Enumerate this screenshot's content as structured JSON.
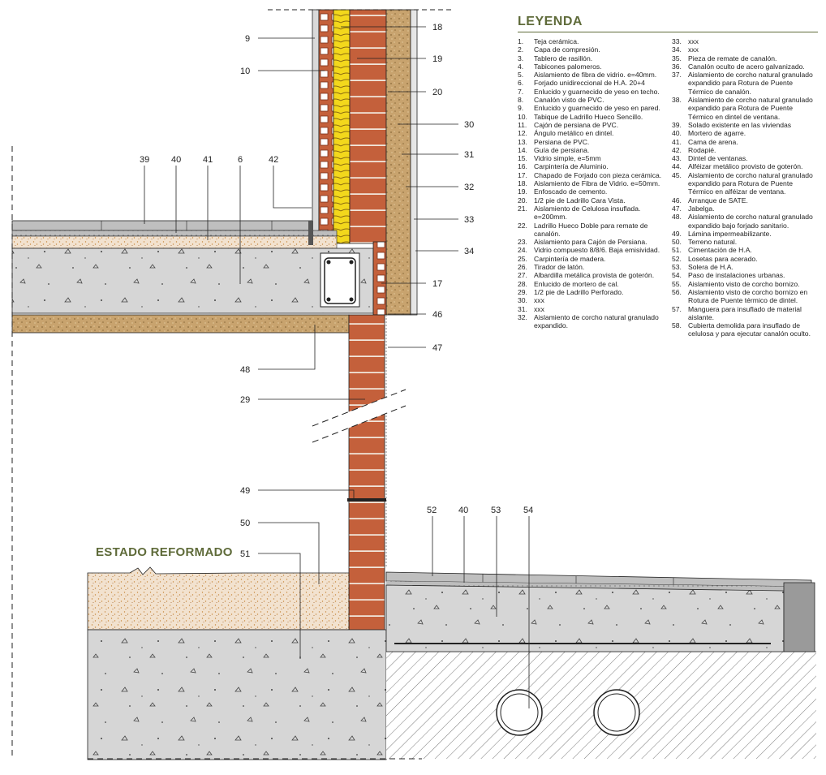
{
  "legend": {
    "title": "LEYENDA",
    "items": [
      {
        "n": "1.",
        "text": "Teja cerámica."
      },
      {
        "n": "2.",
        "text": "Capa de compresión."
      },
      {
        "n": "3.",
        "text": "Tablero de rasillón."
      },
      {
        "n": "4.",
        "text": "Tabicones palomeros."
      },
      {
        "n": "5.",
        "text": "Aislamiento de fibra de vidrio. e=40mm."
      },
      {
        "n": "6.",
        "text": "Forjado unidireccional de H.A. 20+4"
      },
      {
        "n": "7.",
        "text": "Enlucido y guarnecido de yeso en techo."
      },
      {
        "n": "8.",
        "text": "Canalón visto de PVC."
      },
      {
        "n": "9.",
        "text": "Enlucido y guarnecido de yeso en pared."
      },
      {
        "n": "10.",
        "text": "Tabique de Ladrillo Hueco Sencillo."
      },
      {
        "n": "11.",
        "text": "Cajón de persiana de PVC."
      },
      {
        "n": "12.",
        "text": "Ángulo metálico en dintel."
      },
      {
        "n": "13.",
        "text": "Persiana de PVC."
      },
      {
        "n": "14.",
        "text": "Guía de persiana."
      },
      {
        "n": "15.",
        "text": "Vidrio simple, e=5mm"
      },
      {
        "n": "16.",
        "text": "Carpintería de Aluminio."
      },
      {
        "n": "17.",
        "text": "Chapado de Forjado con pieza cerámica."
      },
      {
        "n": "18.",
        "text": "Aislamiento de Fibra de Vidrio. e=50mm."
      },
      {
        "n": "19.",
        "text": "Enfoscado de cemento."
      },
      {
        "n": "20.",
        "text": "1/2 pie de Ladrillo Cara Vista."
      },
      {
        "n": "21.",
        "text": "Aislamiento de Celulosa insuflada. e=200mm."
      },
      {
        "n": "22.",
        "text": "Ladrillo Hueco Doble para remate de canalón."
      },
      {
        "n": "23.",
        "text": "Aislamiento para Cajón de Persiana."
      },
      {
        "n": "24.",
        "text": "Vidrio compuesto 8/8/6. Baja emisividad."
      },
      {
        "n": "25.",
        "text": "Carpintería de madera."
      },
      {
        "n": "26.",
        "text": "Tirador de latón."
      },
      {
        "n": "27.",
        "text": "Albardilla metálica provista de goterón."
      },
      {
        "n": "28.",
        "text": "Enlucido de mortero de cal."
      },
      {
        "n": "29.",
        "text": "1/2 pie de Ladrillo Perforado."
      },
      {
        "n": "30.",
        "text": "xxx"
      },
      {
        "n": "31.",
        "text": "xxx"
      },
      {
        "n": "32.",
        "text": "Aislamiento de corcho natural granulado expandido."
      },
      {
        "n": "33.",
        "text": "xxx"
      },
      {
        "n": "34.",
        "text": "xxx"
      },
      {
        "n": "35.",
        "text": "Pieza de remate de canalón."
      },
      {
        "n": "36.",
        "text": "Canalón oculto de acero galvanizado."
      },
      {
        "n": "37.",
        "text": "Aislamiento de corcho natural granulado expandido para Rotura de Puente Térmico de canalón."
      },
      {
        "n": "38.",
        "text": "Aislamiento de corcho natural granulado expandido para Rotura de Puente Térmico en dintel de ventana."
      },
      {
        "n": "39.",
        "text": "Solado existente en las viviendas"
      },
      {
        "n": "40.",
        "text": "Mortero de agarre."
      },
      {
        "n": "41.",
        "text": "Cama de arena."
      },
      {
        "n": "42.",
        "text": "Rodapié."
      },
      {
        "n": "43.",
        "text": "Dintel de ventanas."
      },
      {
        "n": "44.",
        "text": "Alféizar metálico provisto de goterón."
      },
      {
        "n": "45.",
        "text": "Aislamiento de corcho natural granulado expandido para Rotura de Puente Térmico en alféizar de ventana."
      },
      {
        "n": "46.",
        "text": "Arranque de SATE."
      },
      {
        "n": "47.",
        "text": "Jabelga."
      },
      {
        "n": "48.",
        "text": "Aislamiento de corcho natural granulado expandido bajo forjado sanitario."
      },
      {
        "n": "49.",
        "text": "Lámina impermeabilizante."
      },
      {
        "n": "50.",
        "text": "Terreno natural."
      },
      {
        "n": "51.",
        "text": "Cimentación de H.A."
      },
      {
        "n": "52.",
        "text": "Losetas para acerado."
      },
      {
        "n": "53.",
        "text": "Solera de H.A."
      },
      {
        "n": "54.",
        "text": "Paso de instalaciones urbanas."
      },
      {
        "n": "55.",
        "text": "Aislamiento visto de corcho bornizo."
      },
      {
        "n": "56.",
        "text": "Aislamiento visto de corcho bornizo en Rotura de Puente térmico de dintel."
      },
      {
        "n": "57.",
        "text": "Manguera para insuflado de material aislante."
      },
      {
        "n": "58.",
        "text": "Cubierta demolida para insuflado de celulosa y para ejecutar canalón oculto."
      }
    ]
  },
  "state_title": "ESTADO REFORMADO",
  "callouts": {
    "c9": "9",
    "c10": "10",
    "c18": "18",
    "c19": "19",
    "c20": "20",
    "c30": "30",
    "c31": "31",
    "c32": "32",
    "c33": "33",
    "c34": "34",
    "c39": "39",
    "c40": "40",
    "c41": "41",
    "c6": "6",
    "c42": "42",
    "c17": "17",
    "c46": "46",
    "c47": "47",
    "c48": "48",
    "c29": "29",
    "c49": "49",
    "c50": "50",
    "c51": "51",
    "c52": "52",
    "c40b": "40",
    "c53": "53",
    "c54": "54"
  },
  "colors": {
    "accent": "#5f6b3a",
    "brick": "#c4603b",
    "insulation_yellow": "#f3d81c",
    "cork": "#c8a36e",
    "concrete": "#d4d4d4",
    "sand": "#ecd7bf",
    "line": "#222222"
  }
}
